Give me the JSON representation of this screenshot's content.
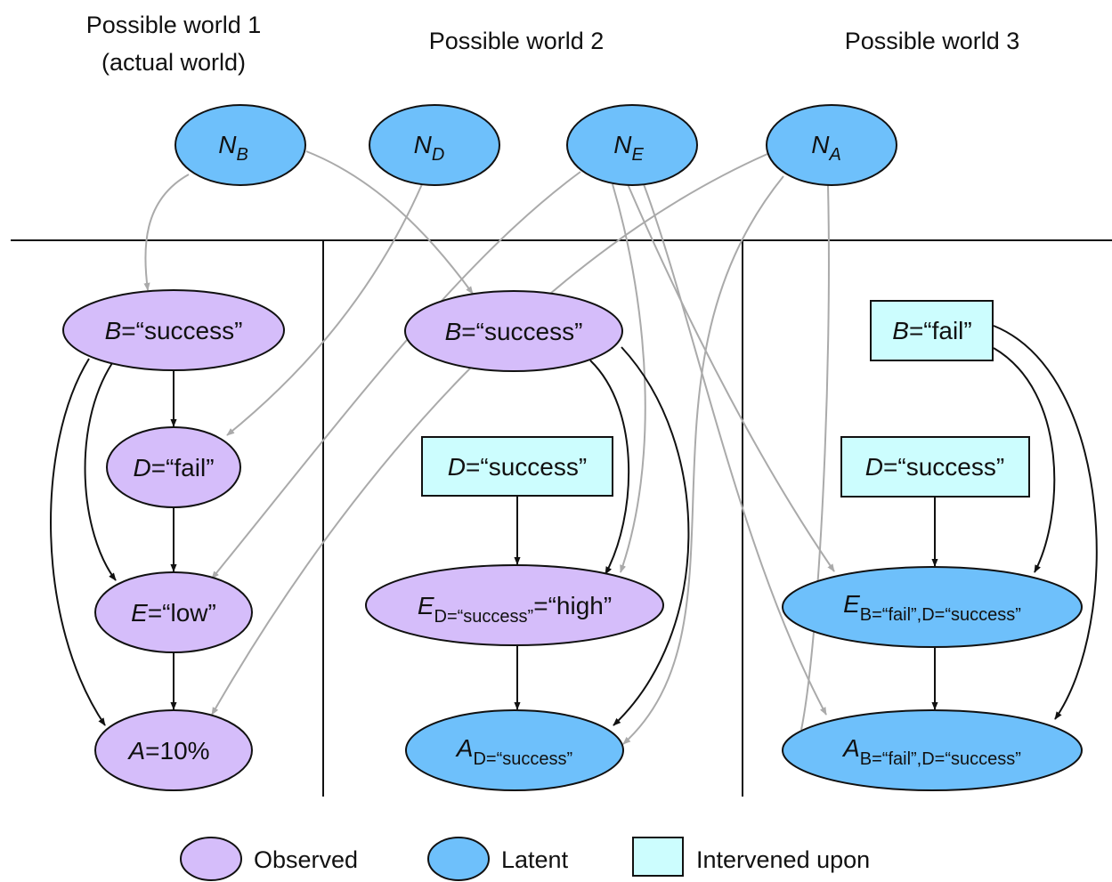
{
  "colors": {
    "observed": "#d5bdfa",
    "latent": "#6ec0fb",
    "intervened": "#ccfdfe",
    "outline": "#111111",
    "noise_edge": "#aaaaaa",
    "causal_edge": "#111111"
  },
  "worlds": [
    {
      "title_line1": "Possible world 1",
      "title_line2": "(actual world)"
    },
    {
      "title_line1": "Possible world 2",
      "title_line2": ""
    },
    {
      "title_line1": "Possible world 3",
      "title_line2": ""
    }
  ],
  "noise_nodes": [
    {
      "id": "NB",
      "main": "N",
      "sub": "B",
      "type": "latent"
    },
    {
      "id": "ND",
      "main": "N",
      "sub": "D",
      "type": "latent"
    },
    {
      "id": "NE",
      "main": "N",
      "sub": "E",
      "type": "latent"
    },
    {
      "id": "NA",
      "main": "N",
      "sub": "A",
      "type": "latent"
    }
  ],
  "nodes": [
    {
      "id": "w1B",
      "world": 1,
      "var": "B",
      "sub": "",
      "value": "=“success”",
      "type": "observed"
    },
    {
      "id": "w1D",
      "world": 1,
      "var": "D",
      "sub": "",
      "value": "=“fail”",
      "type": "observed"
    },
    {
      "id": "w1E",
      "world": 1,
      "var": "E",
      "sub": "",
      "value": "=“low”",
      "type": "observed"
    },
    {
      "id": "w1A",
      "world": 1,
      "var": "A",
      "sub": "",
      "value": "=10%",
      "type": "observed"
    },
    {
      "id": "w2B",
      "world": 2,
      "var": "B",
      "sub": "",
      "value": "=“success”",
      "type": "observed"
    },
    {
      "id": "w2D",
      "world": 2,
      "var": "D",
      "sub": "",
      "value": "=“success”",
      "type": "intervened"
    },
    {
      "id": "w2E",
      "world": 2,
      "var": "E",
      "sub": "D=“success”",
      "value": "=“high”",
      "type": "observed"
    },
    {
      "id": "w2A",
      "world": 2,
      "var": "A",
      "sub": "D=“success”",
      "value": "",
      "type": "latent"
    },
    {
      "id": "w3B",
      "world": 3,
      "var": "B",
      "sub": "",
      "value": "=“fail”",
      "type": "intervened"
    },
    {
      "id": "w3D",
      "world": 3,
      "var": "D",
      "sub": "",
      "value": "=“success”",
      "type": "intervened"
    },
    {
      "id": "w3E",
      "world": 3,
      "var": "E",
      "sub": "B=“fail”,D=“success”",
      "value": "",
      "type": "latent"
    },
    {
      "id": "w3A",
      "world": 3,
      "var": "A",
      "sub": "B=“fail”,D=“success”",
      "value": "",
      "type": "latent"
    }
  ],
  "edges": [
    {
      "from": "NB",
      "to": "w1B",
      "kind": "noise"
    },
    {
      "from": "NB",
      "to": "w2B",
      "kind": "noise"
    },
    {
      "from": "ND",
      "to": "w1D",
      "kind": "noise"
    },
    {
      "from": "NE",
      "to": "w1E",
      "kind": "noise"
    },
    {
      "from": "NE",
      "to": "w2E",
      "kind": "noise"
    },
    {
      "from": "NE",
      "to": "w3E",
      "kind": "noise"
    },
    {
      "from": "NA",
      "to": "w1A",
      "kind": "noise"
    },
    {
      "from": "NA",
      "to": "w2A",
      "kind": "noise"
    },
    {
      "from": "NA",
      "to": "w3A",
      "kind": "noise"
    },
    {
      "from": "w1B",
      "to": "w1D",
      "kind": "causal"
    },
    {
      "from": "w1B",
      "to": "w1E",
      "kind": "causal"
    },
    {
      "from": "w1B",
      "to": "w1A",
      "kind": "causal"
    },
    {
      "from": "w1D",
      "to": "w1E",
      "kind": "causal"
    },
    {
      "from": "w1E",
      "to": "w1A",
      "kind": "causal"
    },
    {
      "from": "w2B",
      "to": "w2E",
      "kind": "causal"
    },
    {
      "from": "w2B",
      "to": "w2A",
      "kind": "causal"
    },
    {
      "from": "w2D",
      "to": "w2E",
      "kind": "causal"
    },
    {
      "from": "w2E",
      "to": "w2A",
      "kind": "causal"
    },
    {
      "from": "w3B",
      "to": "w3E",
      "kind": "causal"
    },
    {
      "from": "w3B",
      "to": "w3A",
      "kind": "causal"
    },
    {
      "from": "w3D",
      "to": "w3E",
      "kind": "causal"
    },
    {
      "from": "w3E",
      "to": "w3A",
      "kind": "causal"
    }
  ],
  "legend": [
    {
      "type": "observed",
      "label": "Observed"
    },
    {
      "type": "latent",
      "label": "Latent"
    },
    {
      "type": "intervened",
      "label": "Intervened upon"
    }
  ]
}
